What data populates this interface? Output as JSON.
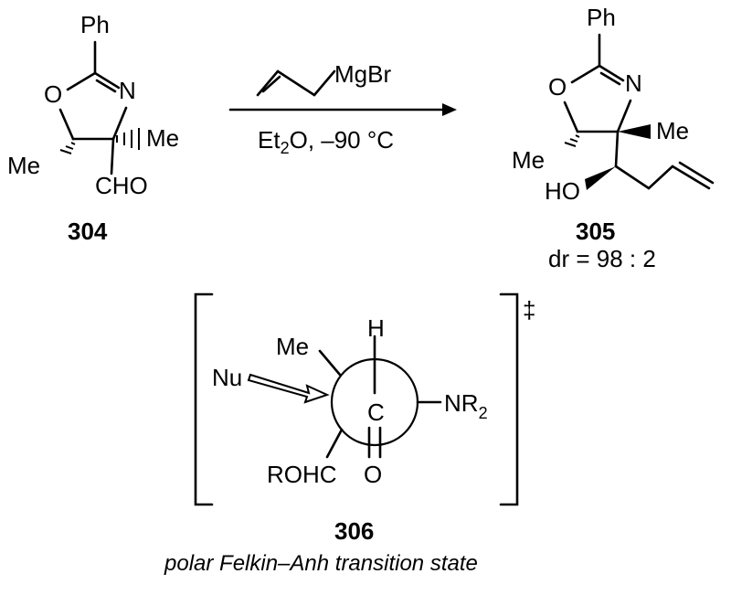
{
  "reaction": {
    "reagent": "MgBr",
    "conditions_prefix": "Et",
    "conditions_sub": "2",
    "conditions_suffix": "O, –90 °C"
  },
  "starting_material": {
    "id": "304",
    "labels": {
      "ph": "Ph",
      "o": "O",
      "n": "N",
      "me_right": "Me",
      "me_left": "Me",
      "cho": "CHO"
    }
  },
  "product": {
    "id": "305",
    "dr": "dr = 98 : 2",
    "labels": {
      "ph": "Ph",
      "o": "O",
      "n": "N",
      "me_right": "Me",
      "me_left": "Me",
      "ho": "HO"
    }
  },
  "transition_state": {
    "id": "306",
    "caption": "polar Felkin–Anh transition state",
    "dagger": "‡",
    "labels": {
      "me": "Me",
      "h": "H",
      "c": "C",
      "nu": "Nu",
      "nr": "NR",
      "nr_sub": "2",
      "rohc": "ROHC",
      "o": "O"
    }
  }
}
